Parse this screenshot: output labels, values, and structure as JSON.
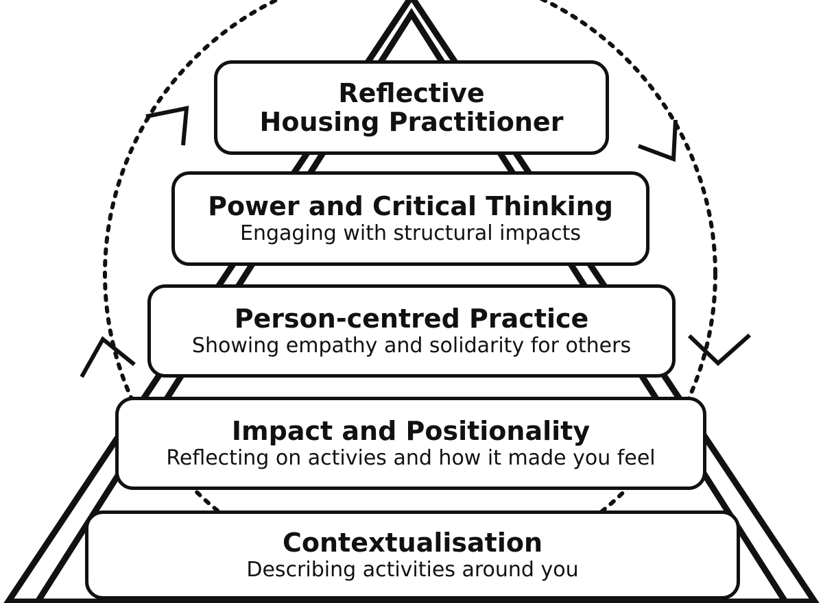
{
  "levels": [
    {
      "id": "reflective",
      "title_lines": [
        "Reflective",
        "Housing Practitioner"
      ],
      "subtitle": ""
    },
    {
      "id": "power",
      "title": "Power and Critical Thinking",
      "subtitle": "Engaging with structural impacts"
    },
    {
      "id": "person",
      "title": "Person-centred Practice",
      "subtitle": "Showing empathy and solidarity for others"
    },
    {
      "id": "impact",
      "title": "Impact and Positionality",
      "subtitle": "Reflecting on activies and how it made you feel"
    },
    {
      "id": "context",
      "title": "Contextualisation",
      "subtitle": "Describing activities around you"
    }
  ],
  "cycle": {
    "direction": "clockwise",
    "arrow_count": 4
  }
}
